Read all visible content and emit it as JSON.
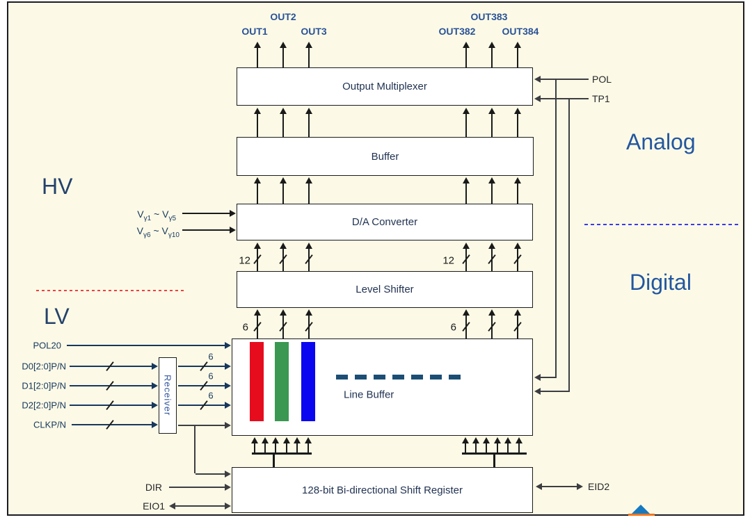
{
  "diagram": {
    "blocks": {
      "output_multiplexer": "Output Multiplexer",
      "buffer": "Buffer",
      "da_converter": "D/A Converter",
      "level_shifter": "Level Shifter",
      "line_buffer": "Line Buffer",
      "shift_register": "128-bit Bi-directional Shift Register",
      "receiver": "Receiver"
    },
    "outputs": [
      "OUT1",
      "OUT2",
      "OUT3",
      "OUT382",
      "OUT383",
      "OUT384"
    ],
    "bus_widths": {
      "upper": "12",
      "lower": "6",
      "receiver_out": "6"
    },
    "left_inputs": {
      "pol20": "POL20",
      "d0": "D0[2:0]P/N",
      "d1": "D1[2:0]P/N",
      "d2": "D2[2:0]P/N",
      "clk": "CLKP/N",
      "dir": "DIR",
      "eio1": "EIO1"
    },
    "right_signals": {
      "pol": "POL",
      "tp1": "TP1",
      "eid2": "EID2"
    },
    "gamma_inputs": {
      "row1": {
        "v1": "V",
        "s1": "γ1",
        "tilde": " ~ ",
        "v2": "V",
        "s2": "γ5"
      },
      "row2": {
        "v1": "V",
        "s1": "γ6",
        "tilde": " ~ ",
        "v2": "V",
        "s2": "γ10"
      }
    },
    "zones": {
      "hv": "HV",
      "lv": "LV",
      "analog": "Analog",
      "digital": "Digital"
    },
    "colors": {
      "background": "#FCFAE6",
      "rgb_bars": {
        "red": "#E60C1E",
        "green": "#3A9852",
        "blue": "#0A06F0"
      },
      "hv_divider_red": "#EE4044",
      "analog_divider_blue": "#3A3AF0",
      "label_navy": "#17375E",
      "line_buffer_dash": "#1C4E75"
    }
  }
}
